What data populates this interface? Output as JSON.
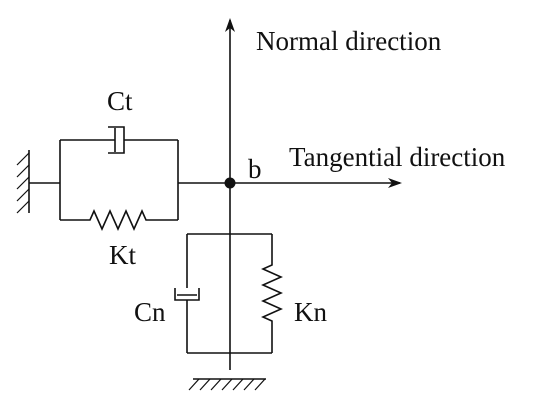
{
  "diagram": {
    "axes": {
      "normal_label": "Normal direction",
      "tangential_label": "Tangential direction"
    },
    "node": {
      "label": "b"
    },
    "tangential_elements": {
      "damper_label": "Ct",
      "spring_label": "Kt"
    },
    "normal_elements": {
      "damper_label": "Cn",
      "spring_label": "Kn"
    },
    "colors": {
      "stroke": "#111111",
      "background": "#ffffff"
    }
  }
}
